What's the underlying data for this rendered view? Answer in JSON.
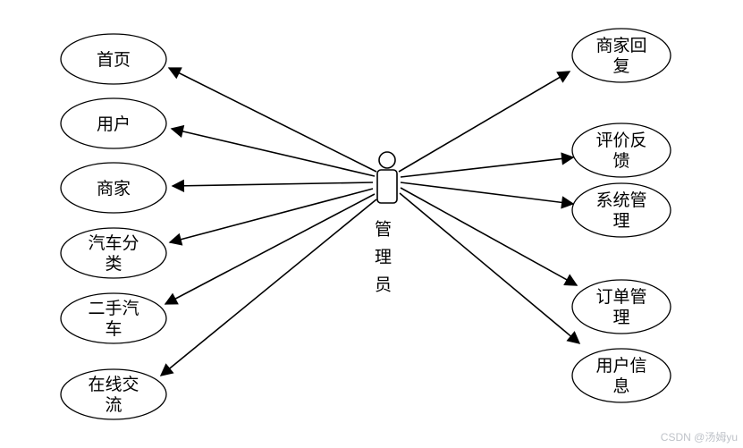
{
  "diagram": {
    "actor": {
      "label": "管理员"
    },
    "left_nodes": [
      {
        "line1": "首页"
      },
      {
        "line1": "用户"
      },
      {
        "line1": "商家"
      },
      {
        "line1": "汽车分",
        "line2": "类"
      },
      {
        "line1": "二手汽",
        "line2": "车"
      },
      {
        "line1": "在线交",
        "line2": "流"
      }
    ],
    "right_nodes": [
      {
        "line1": "商家回",
        "line2": "复"
      },
      {
        "line1": "评价反",
        "line2": "馈"
      },
      {
        "line1": "系统管",
        "line2": "理"
      },
      {
        "line1": "订单管",
        "line2": "理"
      },
      {
        "line1": "用户信",
        "line2": "息"
      }
    ],
    "colors": {
      "stroke": "#000000",
      "watermark": "#bfc3c9"
    }
  },
  "watermark": {
    "text": "CSDN @汤姆yu"
  }
}
